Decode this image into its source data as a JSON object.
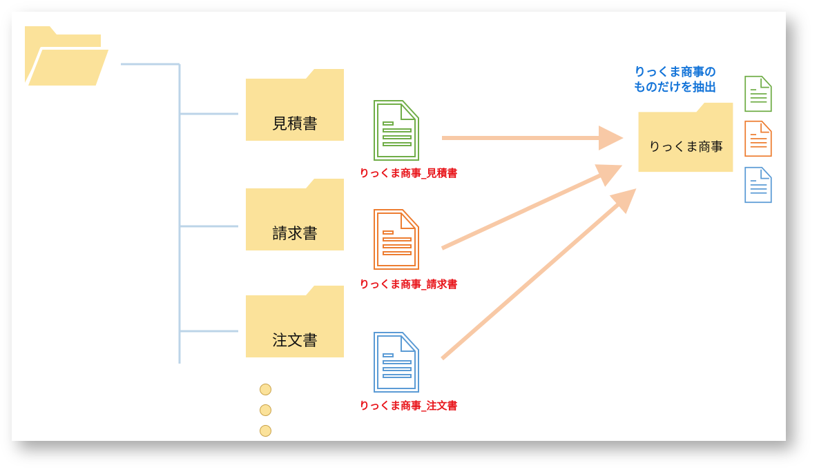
{
  "folders": [
    {
      "label": "見積書"
    },
    {
      "label": "請求書"
    },
    {
      "label": "注文書"
    }
  ],
  "documents": [
    {
      "caption": "りっくま商事_見積書",
      "color": "#70ad47"
    },
    {
      "caption": "りっくま商事_請求書",
      "color": "#ed7d31"
    },
    {
      "caption": "りっくま商事_注文書",
      "color": "#5b9bd5"
    }
  ],
  "target": {
    "folder_label": "りっくま商事",
    "note_line1": "りっくま商事の",
    "note_line2": "ものだけを抽出",
    "doc_colors": [
      "#70ad47",
      "#ed7d31",
      "#5b9bd5"
    ]
  },
  "colors": {
    "folder_fill": "#fbe29a",
    "tree_line": "#bcd4e8",
    "arrow": "#f8c9a6",
    "caption": "#e8141a",
    "note": "#1273d8"
  },
  "icons": [
    "open-folder-icon",
    "folder-icon",
    "document-icon",
    "more-dots"
  ]
}
